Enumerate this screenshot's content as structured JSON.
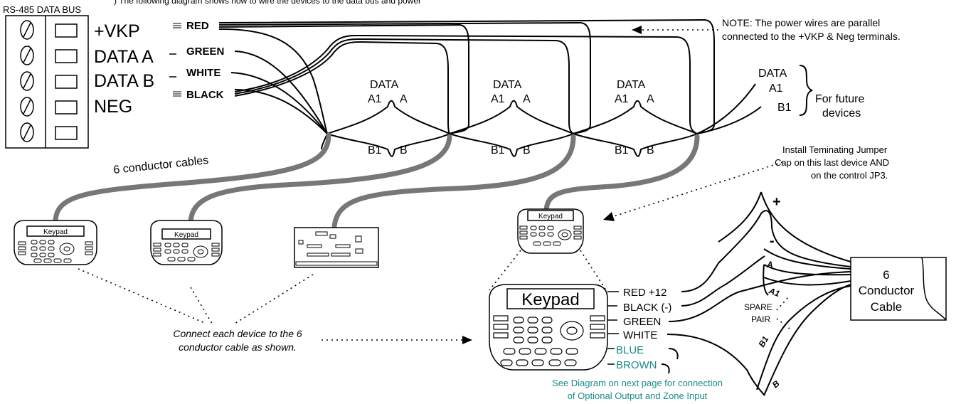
{
  "header": {
    "title": "RS-485 DATA BUS",
    "partial_text": ") The following diagram shows how to wire the devices to the data bus and power"
  },
  "terminals": [
    "+VKP",
    "DATA A",
    "DATA B",
    "NEG"
  ],
  "wires": {
    "red": "RED",
    "green": "GREEN",
    "white": "WHITE",
    "black": "BLACK"
  },
  "note": {
    "line1": "NOTE: The power wires are parallel",
    "line2": "connected to the +VKP & Neg terminals."
  },
  "junction": {
    "data": "DATA",
    "a1": "A1",
    "a": "A",
    "b1": "B1",
    "b": "B"
  },
  "future": {
    "data": "DATA",
    "a1": "A1",
    "b1": "B1",
    "label1": "For future",
    "label2": "devices"
  },
  "cables_label": "6 conductor cables",
  "jumper_note": {
    "line1": "Install Teminating Jumper",
    "line2": "Cap on this last device AND",
    "line3": "on the control JP3."
  },
  "keypad_label": "Keypad",
  "connect_note": {
    "line1": "Connect each device to the 6",
    "line2": "conductor cable as shown."
  },
  "keypad_wires": {
    "red": "RED +12",
    "black": "BLACK (-)",
    "green": "GREEN",
    "white": "WHITE",
    "blue": "BLUE",
    "brown": "BROWN"
  },
  "cable_box": {
    "line1": "6",
    "line2": "Conductor",
    "line3": "Cable"
  },
  "fan_labels": {
    "plus": "+",
    "minus": "-",
    "a": "A",
    "a1": "A1",
    "b1": "B1",
    "b": "B"
  },
  "spare": {
    "line1": "SPARE",
    "line2": "PAIR"
  },
  "see_note": {
    "line1": "See Diagram on next page for connection",
    "line2": "of Optional Output and Zone Input"
  },
  "colors": {
    "teal": "#1a8a8a",
    "cable": "#777777"
  }
}
